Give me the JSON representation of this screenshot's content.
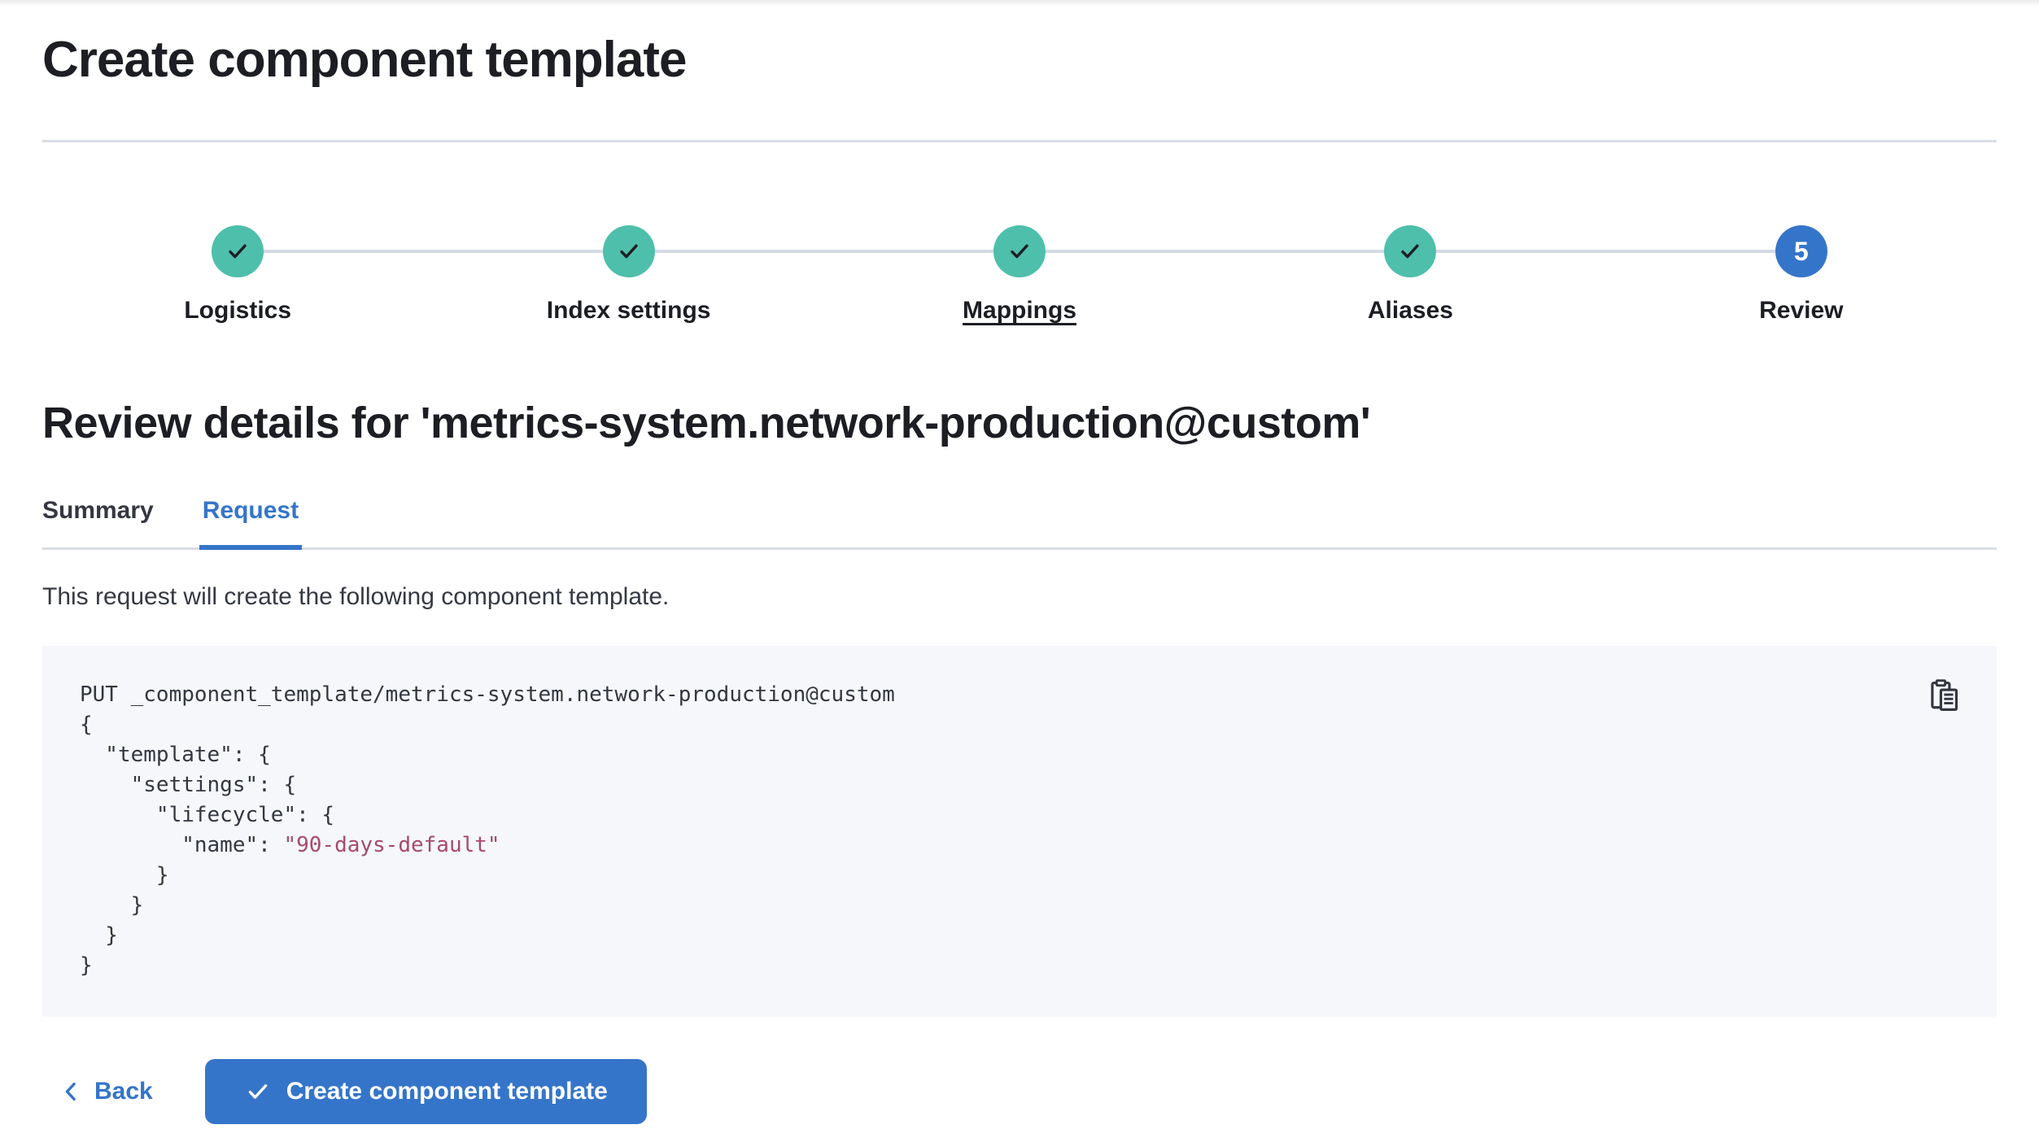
{
  "page": {
    "title": "Create component template"
  },
  "stepper": {
    "items": [
      {
        "label": "Logistics",
        "status": "complete"
      },
      {
        "label": "Index settings",
        "status": "complete"
      },
      {
        "label": "Mappings",
        "status": "complete"
      },
      {
        "label": "Aliases",
        "status": "complete"
      },
      {
        "label": "Review",
        "status": "current",
        "number": "5"
      }
    ]
  },
  "review": {
    "heading": "Review details for 'metrics-system.network-production@custom'",
    "tabs": [
      {
        "label": "Summary",
        "active": false
      },
      {
        "label": "Request",
        "active": true
      }
    ],
    "description": "This request will create the following component template."
  },
  "code_block": {
    "copy_icon": "copy-clipboard-icon",
    "lines": [
      {
        "t": "PUT _component_template/metrics-system.network-production@custom"
      },
      {
        "t": "{"
      },
      {
        "t": "  \"template\": {"
      },
      {
        "t": "    \"settings\": {"
      },
      {
        "t": "      \"lifecycle\": {"
      },
      {
        "t": "        \"name\": ",
        "v": "\"90-days-default\""
      },
      {
        "t": "      }"
      },
      {
        "t": "    }"
      },
      {
        "t": "  }"
      },
      {
        "t": "}"
      }
    ]
  },
  "footer": {
    "back_label": "Back",
    "create_label": "Create component template"
  },
  "colors": {
    "accent_blue": "#3575c9",
    "success_teal": "#4ebfab",
    "code_string": "#a8496b",
    "text_dark": "#1c1e24",
    "text_body": "#343741",
    "divider": "#d9dde6",
    "code_bg": "#f5f7fa"
  }
}
